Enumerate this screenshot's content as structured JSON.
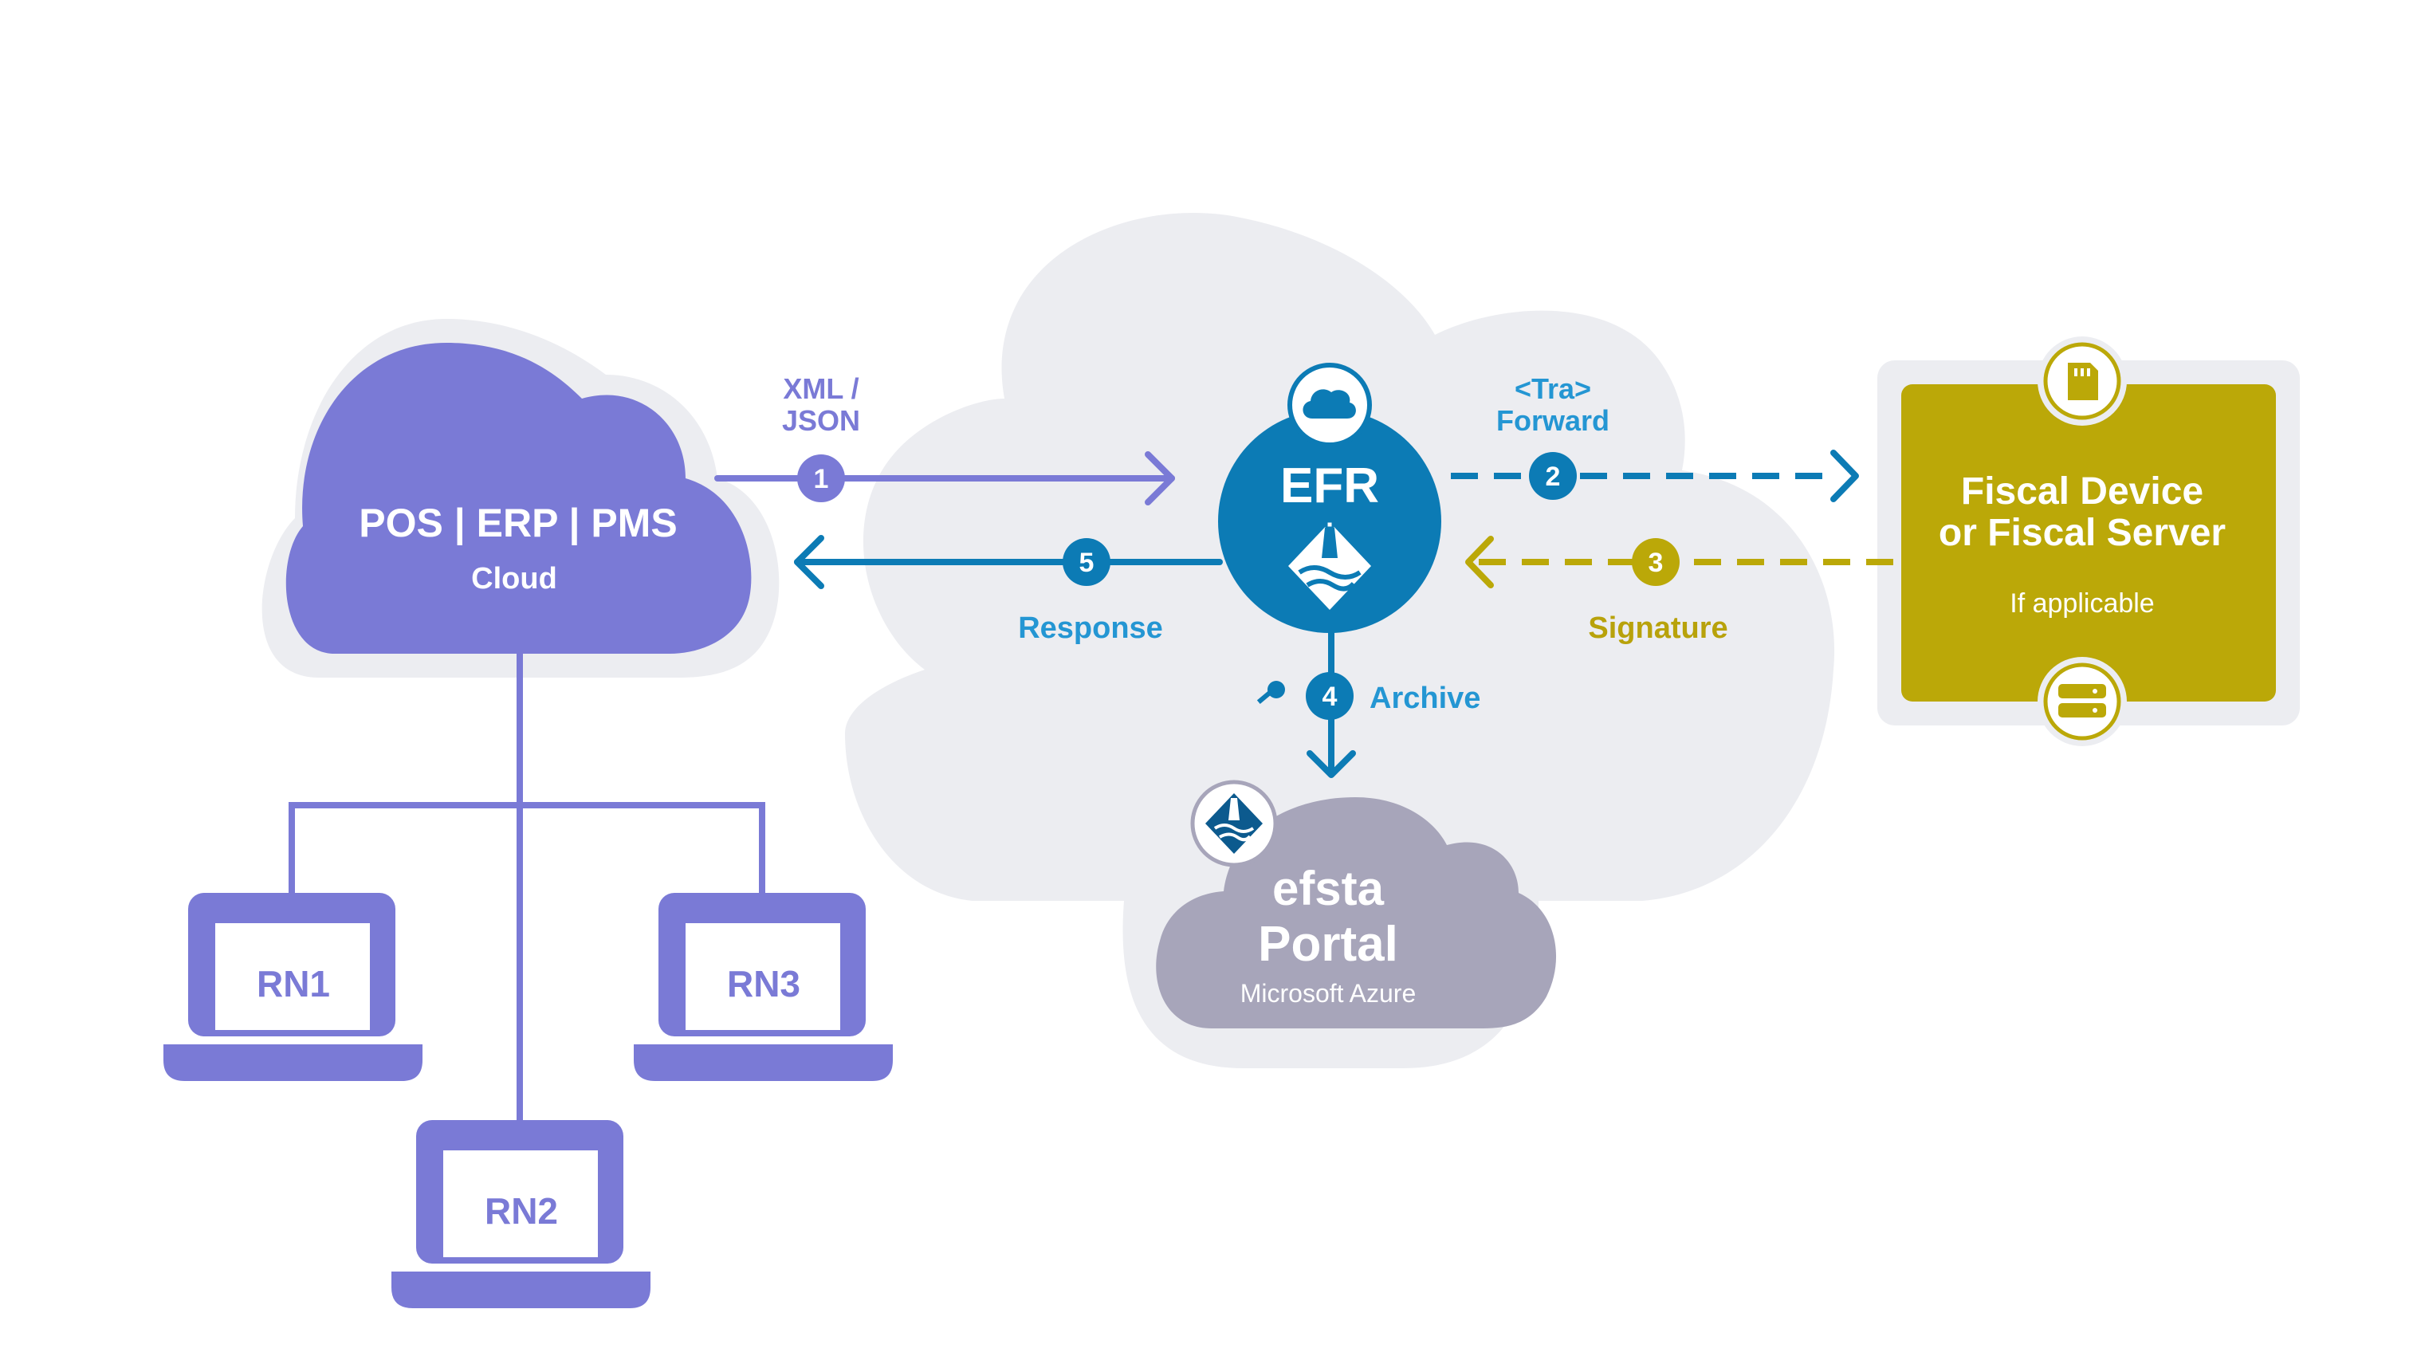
{
  "colors": {
    "purple": "#7a7ad6",
    "blue": "#0c7bb5",
    "blue_text": "#2496d3",
    "gold": "#bba808",
    "gold_text": "#b8a20b",
    "portal": "#a7a5ba",
    "bg_cloud": "#ecedf1"
  },
  "source": {
    "title": "POS | ERP | PMS",
    "subtitle": "Cloud"
  },
  "terminals": [
    {
      "label": "RN1"
    },
    {
      "label": "RN3"
    },
    {
      "label": "RN2"
    }
  ],
  "efr": {
    "label": "EFR",
    "top_icon": "cloud-icon",
    "center_icon": "efsta-lighthouse-icon"
  },
  "steps": [
    {
      "number": "1",
      "label_line1": "XML /",
      "label_line2": "JSON"
    },
    {
      "number": "2",
      "label_line1": "<Tra>",
      "label_line2": "Forward"
    },
    {
      "number": "3",
      "label": "Signature"
    },
    {
      "number": "4",
      "label": "Archive",
      "icon": "key-icon"
    },
    {
      "number": "5",
      "label": "Response"
    }
  ],
  "fiscal": {
    "title_line1": "Fiscal Device",
    "title_line2": "or Fiscal Server",
    "note": "If applicable",
    "top_icon": "sd-card-icon",
    "bottom_icon": "server-icon"
  },
  "portal": {
    "title_line1": "efsta",
    "title_line2": "Portal",
    "subtitle": "Microsoft Azure",
    "icon": "efsta-lighthouse-icon"
  }
}
